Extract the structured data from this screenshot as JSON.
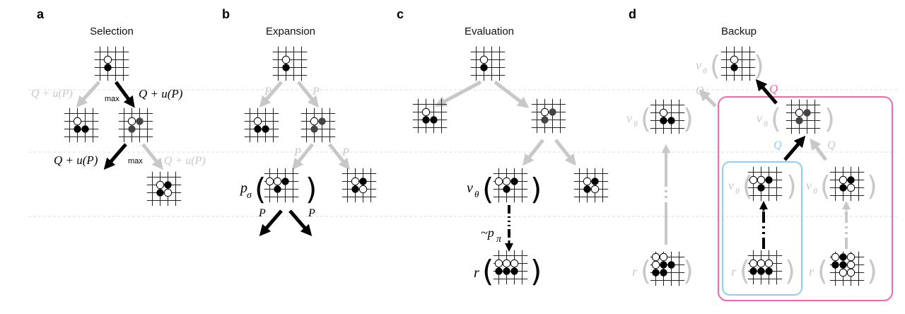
{
  "panels": [
    {
      "letter": "a",
      "title": "Selection"
    },
    {
      "letter": "b",
      "title": "Expansion"
    },
    {
      "letter": "c",
      "title": "Evaluation"
    },
    {
      "letter": "d",
      "title": "Backup"
    }
  ],
  "labels": {
    "q_plus_u": "Q + u(P)",
    "max": "max",
    "p": "P",
    "q": "Q",
    "p_sigma_base": "p",
    "sigma": "σ",
    "v_base": "v",
    "theta": "θ",
    "sim_p": "~p",
    "pi": "π",
    "r": "r",
    "lparen": "(",
    "rparen": ")"
  },
  "colors": {
    "black": "#000000",
    "gray": "#c8c8c8",
    "dark_stone": "#444444",
    "pink": "#f06ab0",
    "blue": "#8ecff0",
    "guide": "#dddddd"
  },
  "icons": [
    "board-icon",
    "arrow-icon"
  ]
}
